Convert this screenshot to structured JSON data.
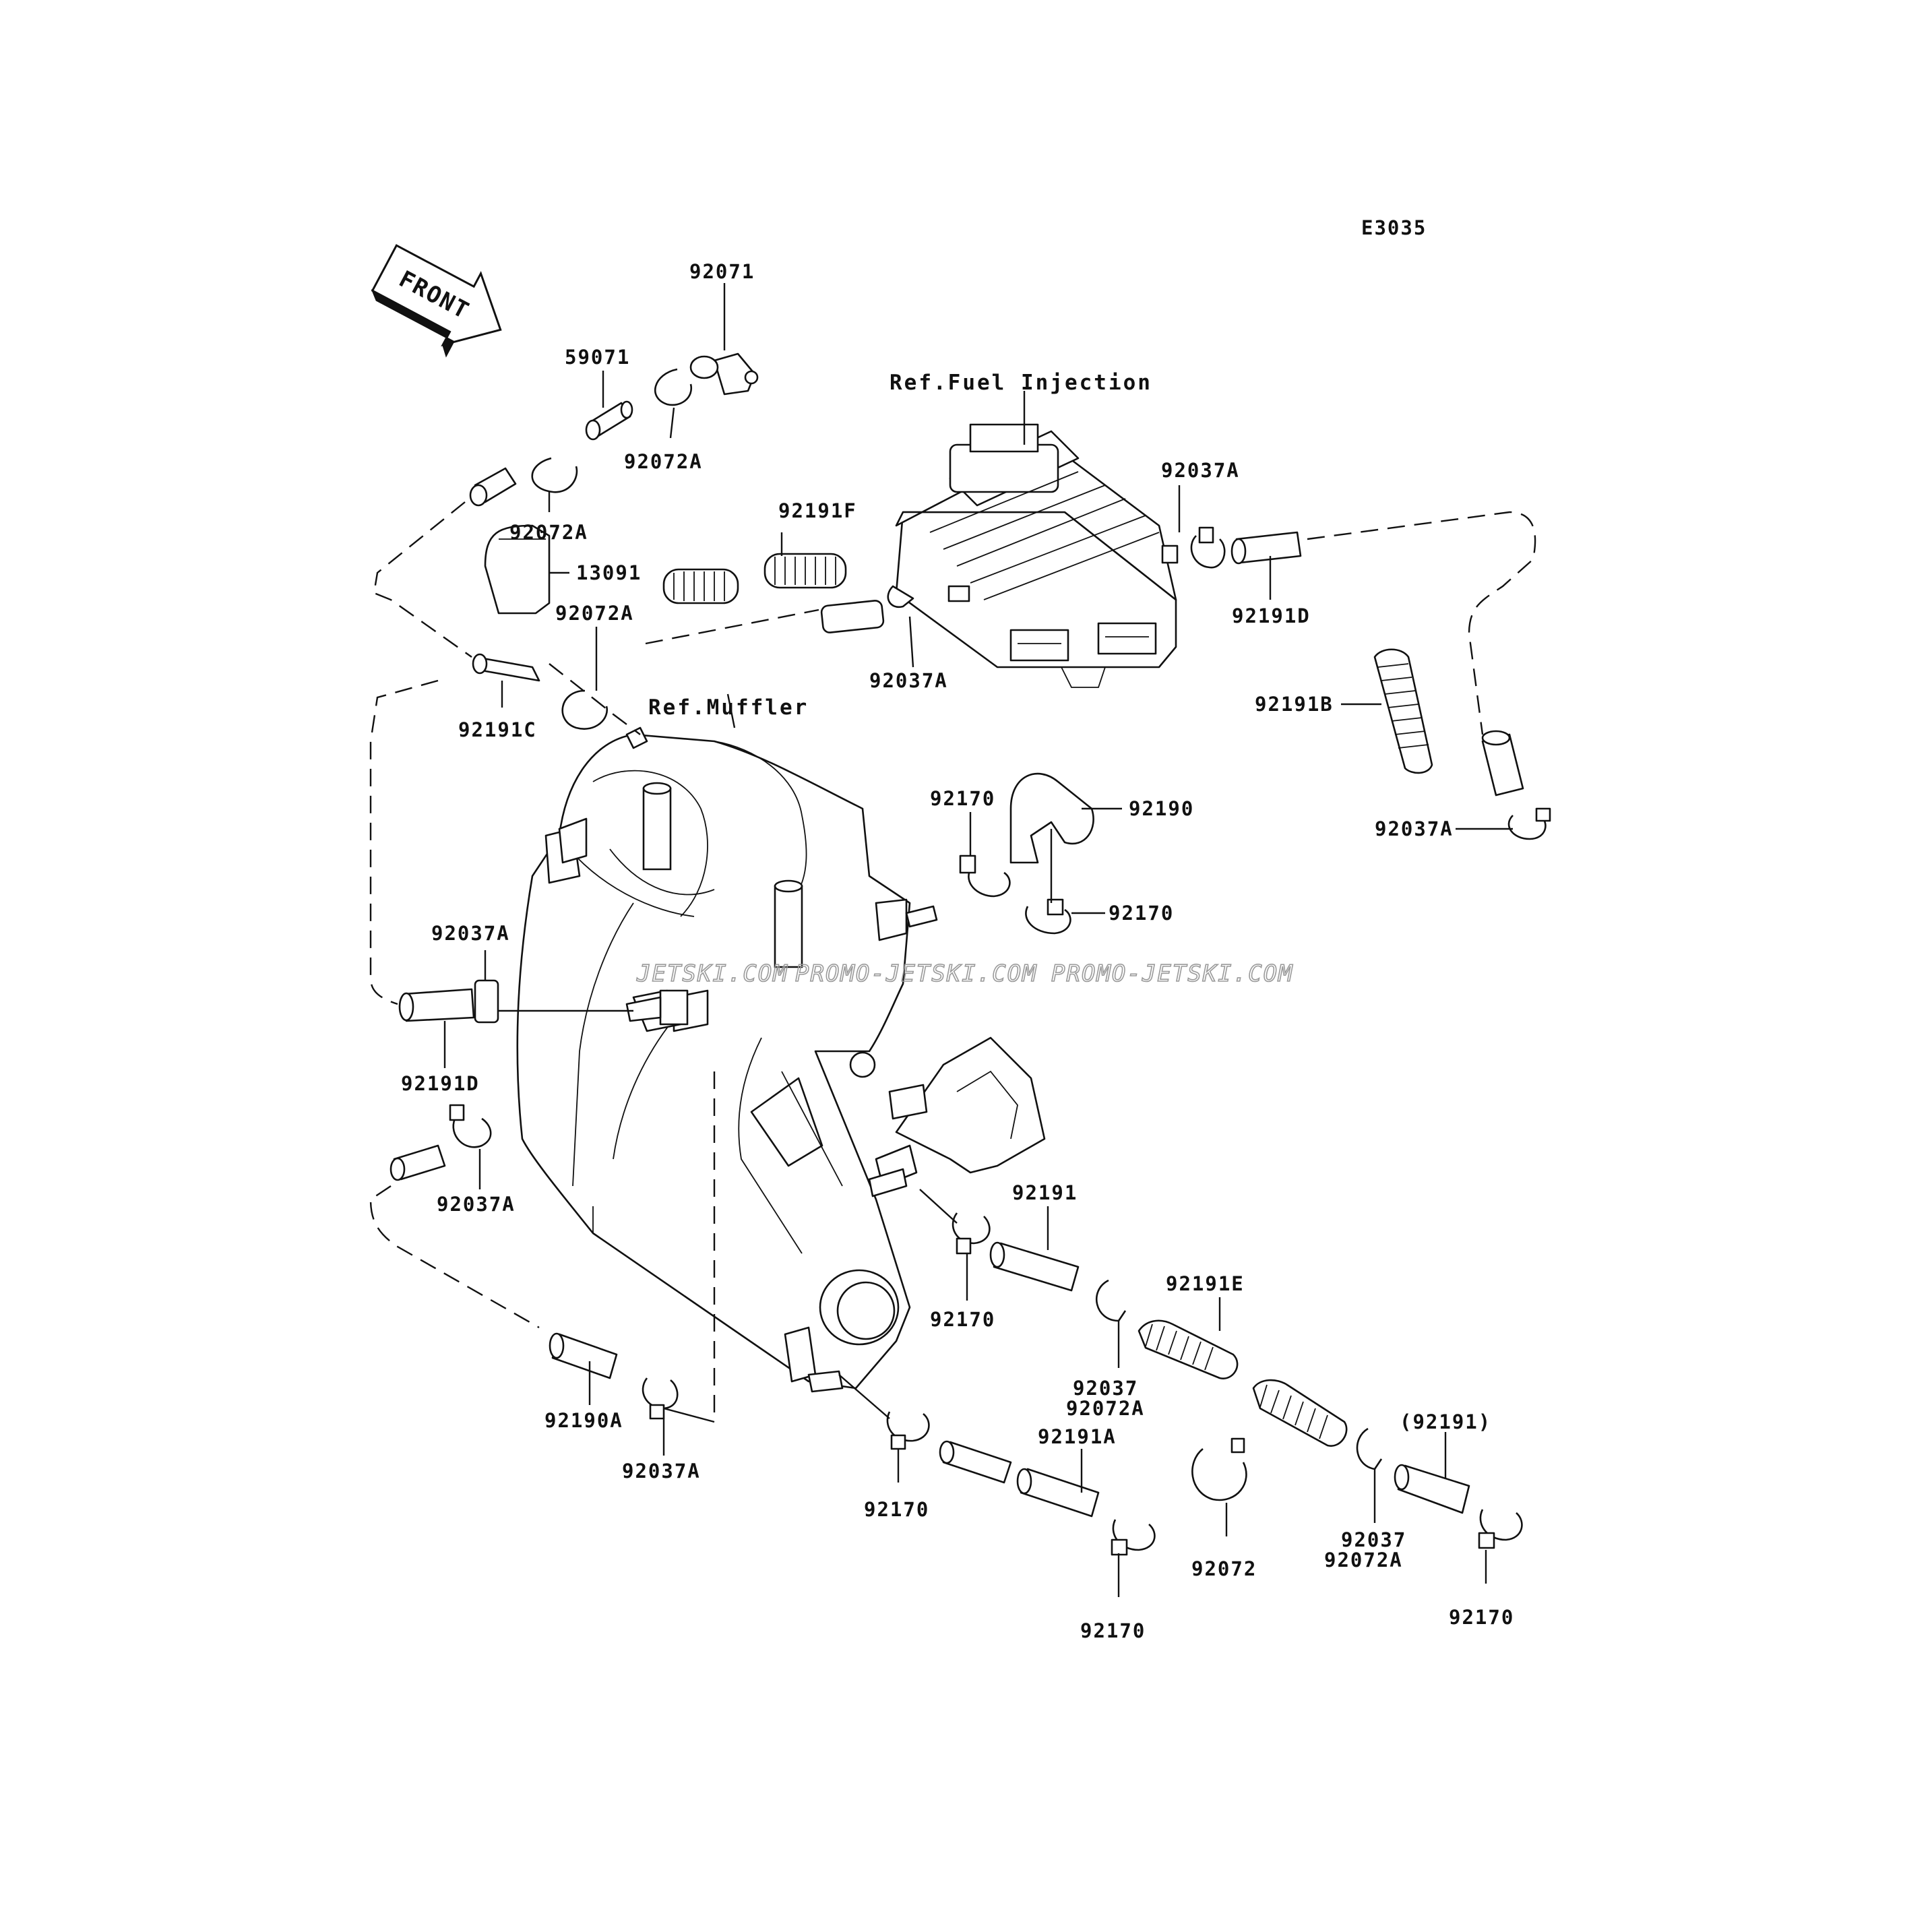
{
  "diagram_code": "E3035",
  "front_arrow_label": "FRONT",
  "references": {
    "fuel_injection": "Ref.Fuel Injection",
    "muffler": "Ref.Muffler"
  },
  "watermark": {
    "part1": "JETSKI.COM",
    "part2": "PROMO-JETSKI.COM",
    "part3": "PROMO-JETSKI.COM"
  },
  "callouts": [
    {
      "label": "92071"
    },
    {
      "label": "59071"
    },
    {
      "label": "92072A"
    },
    {
      "label": "92072A"
    },
    {
      "label": "92072A"
    },
    {
      "label": "13091"
    },
    {
      "label": "92191F"
    },
    {
      "label": "92191C"
    },
    {
      "label": "92037A"
    },
    {
      "label": "92037A"
    },
    {
      "label": "92191D"
    },
    {
      "label": "92191B"
    },
    {
      "label": "92037A"
    },
    {
      "label": "92170"
    },
    {
      "label": "92190"
    },
    {
      "label": "92170"
    },
    {
      "label": "92037A"
    },
    {
      "label": "92191D"
    },
    {
      "label": "92037A"
    },
    {
      "label": "92191"
    },
    {
      "label": "92170"
    },
    {
      "label": "92191E"
    },
    {
      "label": "92037"
    },
    {
      "label": "92072A"
    },
    {
      "label": "92190A"
    },
    {
      "label": "92037A"
    },
    {
      "label": "92170"
    },
    {
      "label": "92191A"
    },
    {
      "label": "(92191)"
    },
    {
      "label": "92072"
    },
    {
      "label": "92037"
    },
    {
      "label": "92072A"
    },
    {
      "label": "92170"
    },
    {
      "label": "92170"
    }
  ]
}
